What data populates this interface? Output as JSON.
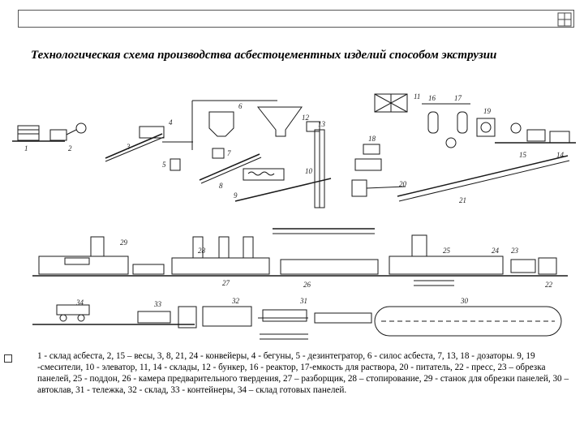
{
  "slide": {
    "title": "Технологическая схема производства асбестоцементных изделий способом экструзии",
    "caption": "1 - склад асбеста, 2, 15 – весы, 3, 8, 21, 24 - конвейеры, 4 - бегуны, 5 - дезинтегратор, 6 - силос асбеста, 7, 13, 18 - дозаторы. 9, 19 -смесители, 10 - элеватор, 11, 14 - склады, 12 - бункер, 16 - реактор, 17-емкость для раствора, 20 - питатель, 22 - пресс, 23 – обрезка панелей, 25 - поддон, 26 - камера предварительного твердения, 27 – разборщик, 28 – стопирование, 29 - станок для обрезки панелей, 30 – автоклав, 31 - тележка, 32 - склад, 33 - контейнеры, 34 – склад готовых панелей."
  },
  "diagram": {
    "labels": [
      "1",
      "2",
      "3",
      "4",
      "5",
      "6",
      "7",
      "8",
      "9",
      "10",
      "11",
      "12",
      "13",
      "14",
      "15",
      "16",
      "17",
      "18",
      "19",
      "20",
      "21",
      "22",
      "23",
      "24",
      "25",
      "26",
      "27",
      "28",
      "29",
      "30",
      "31",
      "32",
      "33",
      "34"
    ],
    "colors": {
      "line": "#1a1a1a",
      "frame": "#555555"
    }
  }
}
